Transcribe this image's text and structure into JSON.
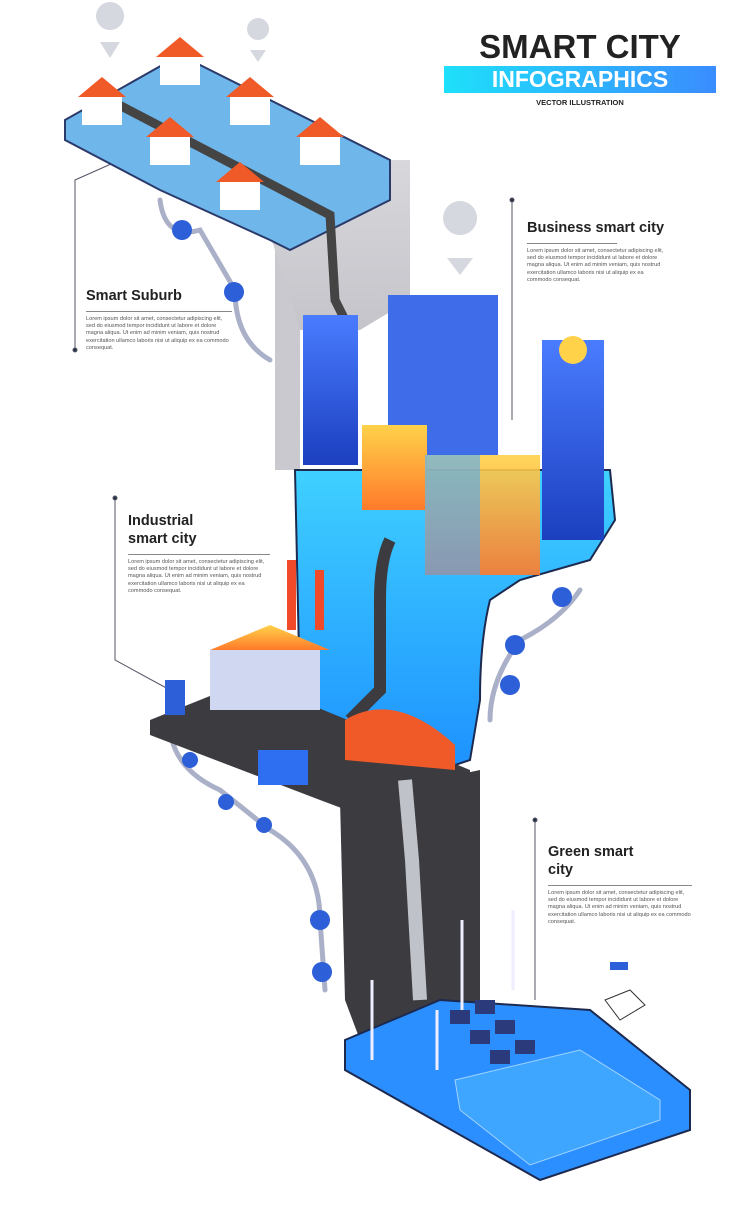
{
  "header": {
    "title": "SMART CITY",
    "subtitle": "INFOGRAPHICS",
    "caption": "VECTOR ILLUSTRATION"
  },
  "sections": [
    {
      "title": "Smart Suburb",
      "body": "Lorem ipsum dolor sit amet, consectetur adipiscing elit, sed do eiusmod tempor incididunt ut labore et dolore magna aliqua. Ut enim ad minim veniam, quis nostrud exercitation ullamco laboris nisi ut aliquip ex ea commodo consequat."
    },
    {
      "title": "Business smart city",
      "body": "Lorem ipsum dolor sit amet, consectetur adipiscing elit, sed do eiusmod tempor incididunt ut labore et dolore magna aliqua. Ut enim ad minim veniam, quis nostrud exercitation ullamco laboris nisi ut aliquip ex ea commodo consequat."
    },
    {
      "title": "Industrial smart city",
      "body": "Lorem ipsum dolor sit amet, consectetur adipiscing elit, sed do eiusmod tempor incididunt ut labore et dolore magna aliqua. Ut enim ad minim veniam, quis nostrud exercitation ullamco laboris nisi ut aliquip ex ea commodo consequat."
    },
    {
      "title": "Green smart city",
      "body": "Lorem ipsum dolor sit amet, consectetur adipiscing elit, sed do eiusmod tempor incididunt ut labore et dolore magna aliqua. Ut enim ad minim veniam, quis nostrud exercitation ullamco laboris nisi ut aliquip ex ea commodo consequat."
    }
  ],
  "colors": {
    "accent_cyan": "#1ee0fa",
    "accent_blue": "#3a8cff",
    "road_dark": "#3b3b40",
    "roof_orange": "#f05a28",
    "water": "#2fa8ff"
  }
}
